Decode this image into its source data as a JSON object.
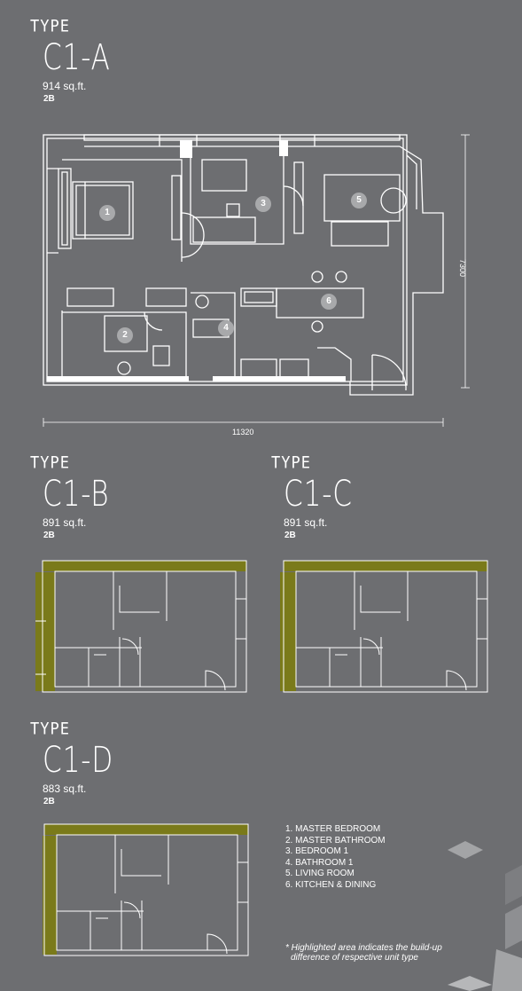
{
  "units": [
    {
      "id": "c1a",
      "type_label": "TYPE",
      "code": "C1-A",
      "area": "914 sq.ft.",
      "bedrooms": "2B"
    },
    {
      "id": "c1b",
      "type_label": "TYPE",
      "code": "C1-B",
      "area": "891 sq.ft.",
      "bedrooms": "2B"
    },
    {
      "id": "c1c",
      "type_label": "TYPE",
      "code": "C1-C",
      "area": "891 sq.ft.",
      "bedrooms": "2B"
    },
    {
      "id": "c1d",
      "type_label": "TYPE",
      "code": "C1-D",
      "area": "883 sq.ft.",
      "bedrooms": "2B"
    }
  ],
  "main_plan": {
    "width_dim": "11320",
    "depth_dim": "7300",
    "room_markers": [
      "1",
      "2",
      "3",
      "4",
      "5",
      "6"
    ]
  },
  "legend": [
    "1. MASTER BEDROOM",
    "2. MASTER BATHROOM",
    "3. BEDROOM 1",
    "4. BATHROOM 1",
    "5. LIVING ROOM",
    "6. KITCHEN & DINING"
  ],
  "note": {
    "line1": "* Highlighted area indicates the build-up",
    "line2": "difference of respective unit type"
  },
  "colors": {
    "background": "#6d6e71",
    "line": "#ffffff",
    "highlight": "#7a7a1a"
  }
}
